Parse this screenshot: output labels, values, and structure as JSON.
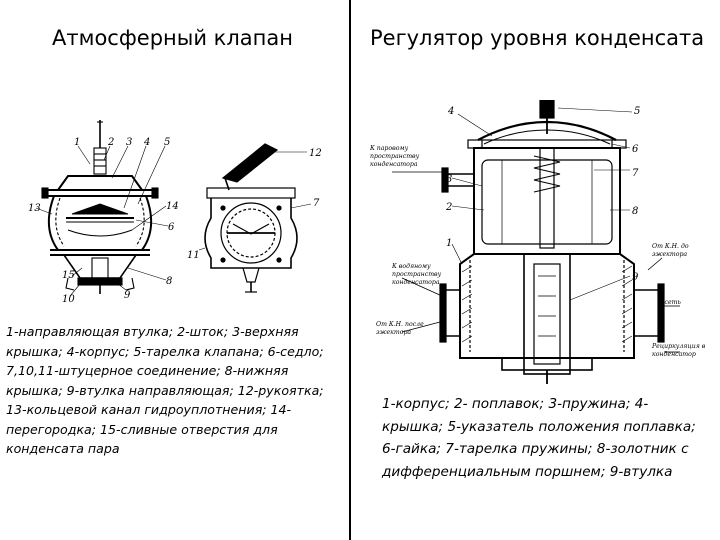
{
  "left": {
    "title": "Атмосферный клапан",
    "caption": "1-направляющая втулка; 2-шток; 3-верхняя крышка; 4-корпус; 5-тарелка клапана; 6-седло; 7,10,11-штуцерное соединение; 8-нижняя крышка; 9-втулка направляющая; 12-рукоятка; 13-кольцевой канал гидроуплотнения; 14-перегородка; 15-сливные отверстия для конденсата пара",
    "section_labels": {
      "l1": "1",
      "l2": "2",
      "l3": "3",
      "l4": "4",
      "l5": "5",
      "l6": "6",
      "l8": "8",
      "l9": "9",
      "l10": "10",
      "l13": "13",
      "l14": "14",
      "l15": "15"
    },
    "front_labels": {
      "l7": "7",
      "l11": "11",
      "l12": "12"
    }
  },
  "right": {
    "title": "Регулятор уровня конденсата",
    "caption": "1-корпус; 2- поплавок; 3-пружина; 4-крышка; 5-указатель положения поплавка; 6-гайка; 7-тарелка пружины; 8-золотник с дифференциальным поршнем; 9-втулка",
    "labels": {
      "l1": "1",
      "l2": "2",
      "l3": "3",
      "l4": "4",
      "l5": "5",
      "l6": "6",
      "l7": "7",
      "l8": "8",
      "l9": "9"
    },
    "notes": {
      "n_upper_1": "К паровому",
      "n_upper_2": "пространству",
      "n_upper_3": "конденсатора",
      "n_water_1": "К водяному",
      "n_water_2": "пространству",
      "n_water_3": "конденсатора",
      "n_from_after_1": "От К.Н. после",
      "n_from_after_2": "эжектора",
      "n_to_ejector_1": "От К.Н. до",
      "n_to_ejector_2": "эжектора",
      "n_to_net": "В сеть",
      "n_recirc_1": "Рециркуляция в",
      "n_recirc_2": "конденсатор"
    }
  },
  "colors": {
    "ink": "#000000",
    "paper": "#ffffff",
    "hatch": "#333333"
  }
}
